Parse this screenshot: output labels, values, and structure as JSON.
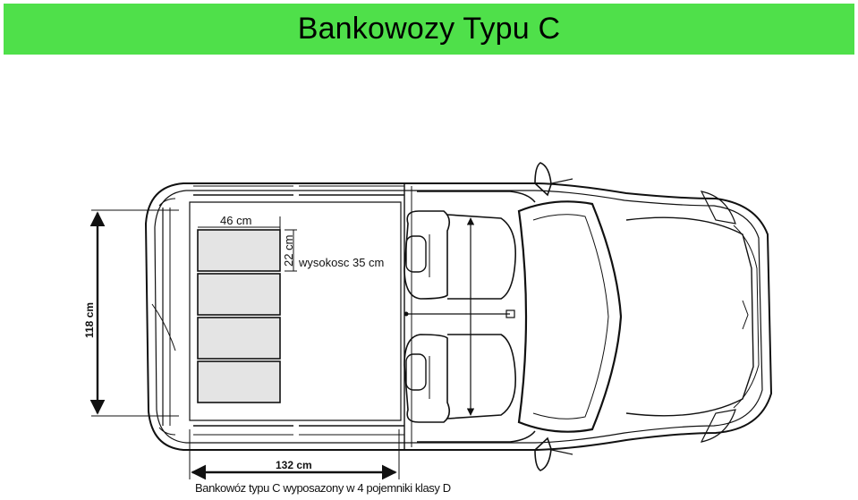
{
  "title": "Bankowozy Typu C",
  "labels": {
    "width_46": "46 cm",
    "depth_22": "22 cm",
    "height_35": "wysokosc 35 cm",
    "height_118": "118 cm",
    "length_132": "132 cm"
  },
  "caption": "Bankowóz typu C wyposazony w 4 pojemniki klasy D",
  "colors": {
    "title_bg": "#4fe04a",
    "container_fill": "#e4e4e4",
    "line": "#111111"
  }
}
